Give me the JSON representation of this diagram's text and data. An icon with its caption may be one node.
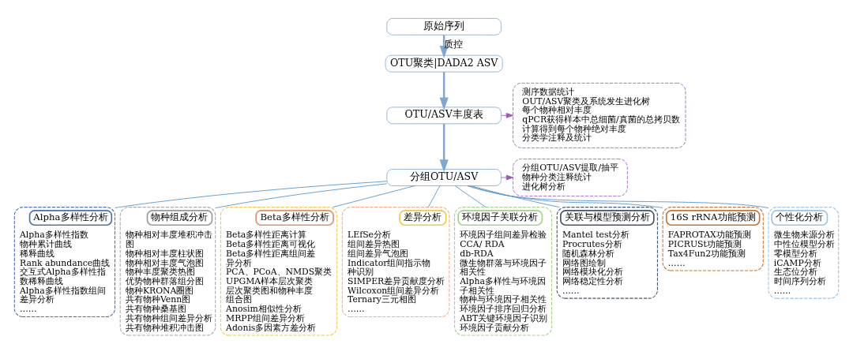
{
  "diagram": {
    "nodes": [
      {
        "text": [
          "原始序列"
        ]
      },
      {
        "text": [
          "OTU聚类|DADA2 ASV"
        ]
      },
      {
        "text": [
          "OTU/ASV丰度表"
        ]
      },
      {
        "text": [
          "分组OTU/ASV"
        ]
      },
      {
        "text": [
          "测序数据统计",
          "OUT/ASV聚类及系统发生进化树",
          "每个物种相对丰度",
          "qPCR获得样本中总细菌/真菌的总拷贝数",
          "计算得到每个物种绝对丰度",
          "分类学注释及统计"
        ]
      },
      {
        "text": [
          "分组OTU/ASV提取/抽平",
          "物种分类注释统计",
          "进化树分析"
        ]
      },
      {
        "text": [
          "Alpha多样性指数",
          "物种累计曲线",
          "稀释曲线",
          "Rank abundance曲线",
          "交互式Alpha多样性指数稀释曲线",
          "Alpha多样性指数组间差异分析",
          "……"
        ]
      },
      {
        "text": [
          "Alpha多样性分析"
        ],
        "in": 6
      },
      {
        "text": [
          "物种相对丰度堆积冲击图",
          "物种相对丰度柱状图",
          "物种相对丰度气泡图",
          "物种丰度聚类热图",
          "优势物种群落组分图",
          "物种KRONA圈图",
          "共有物种Venn图",
          "共有物种桑基图",
          "共有物种组间差异分析",
          "共有物种堆积冲击图"
        ]
      },
      {
        "text": [
          "物种组成分析"
        ],
        "in": 8
      },
      {
        "text": [
          "Beta多样性距离计算",
          "Beta多样性距离可视化",
          "Beta多样性距离组间差异分析",
          "PCA、PCoA、NMDS聚类",
          "UPGMA样本层次聚类",
          "层次聚类图和物种丰度组合图",
          "Anosim相似性分析",
          "MRPP组间差异分析",
          "Adonis多因素方差分析"
        ]
      },
      {
        "text": [
          "Beta多样性分析"
        ],
        "in": 10
      },
      {
        "text": [
          "LEfSe分析",
          "组间差异热图",
          "组间差异气泡图",
          "Indicator组间指示物种识别",
          "SIMPER差异贡献度分析",
          "Wilcoxon组间差异分析",
          "Ternary三元相图",
          "……"
        ]
      },
      {
        "text": [
          "差异分析"
        ],
        "in": 12
      },
      {
        "text": [
          "环境因子组间差异检验",
          "CCA/ RDA",
          "db-RDA",
          "微生物群落与环境因子相关性",
          "Alpha多样性与环境因子相关性",
          "物种与环境因子相关性",
          "环境因子排序回归分析",
          "ABT关键环境因子识别",
          "环境因子贡献分析"
        ]
      },
      {
        "text": [
          "环境因子关联分析"
        ],
        "in": 14
      },
      {
        "text": [
          "Mantel test分析",
          "Procrutes分析",
          "随机森林分析",
          "网络图绘制",
          "网络模块化分析",
          "网络稳定性分析",
          "……"
        ]
      },
      {
        "text": [
          "关联与模型预测分析"
        ],
        "in": 16
      },
      {
        "text": [
          "FAPROTAX功能预测",
          "PICRUSt功能预测",
          "Tax4Fun2功能预测",
          "……"
        ]
      },
      {
        "text": [
          "16S rRNA功能预测"
        ],
        "in": 18
      },
      {
        "text": [
          "微生物来源分析",
          "中性位模型分析",
          "零模型分析",
          "iCAMP分析",
          "生态位分析",
          "时间序列分析",
          "……"
        ]
      },
      {
        "text": [
          "个性化分析"
        ],
        "in": 20
      }
    ],
    "edges": [
      {
        "from": 0,
        "to": 1,
        "arrow": "to",
        "label": "质控",
        "style": "thick"
      },
      {
        "from": 1,
        "to": 2,
        "arrow": "to",
        "style": "thick"
      },
      {
        "from": 2,
        "to": 3,
        "arrow": "to",
        "style": "thick"
      },
      {
        "from": 2,
        "to": 4,
        "arrow": "to",
        "color": "#9b59b6"
      },
      {
        "from": 3,
        "to": 5,
        "arrow": "to",
        "color": "#9b59b6"
      },
      {
        "from": 3,
        "to": 6,
        "arrow": "none"
      },
      {
        "from": 3,
        "to": 8,
        "arrow": "none"
      },
      {
        "from": 3,
        "to": 10,
        "arrow": "none"
      },
      {
        "from": 3,
        "to": 12,
        "arrow": "none"
      },
      {
        "from": 3,
        "to": 14,
        "arrow": "none"
      },
      {
        "from": 3,
        "to": 16,
        "arrow": "none"
      },
      {
        "from": 3,
        "to": 18,
        "arrow": "none"
      },
      {
        "from": 3,
        "to": 20,
        "arrow": "none"
      }
    ]
  }
}
